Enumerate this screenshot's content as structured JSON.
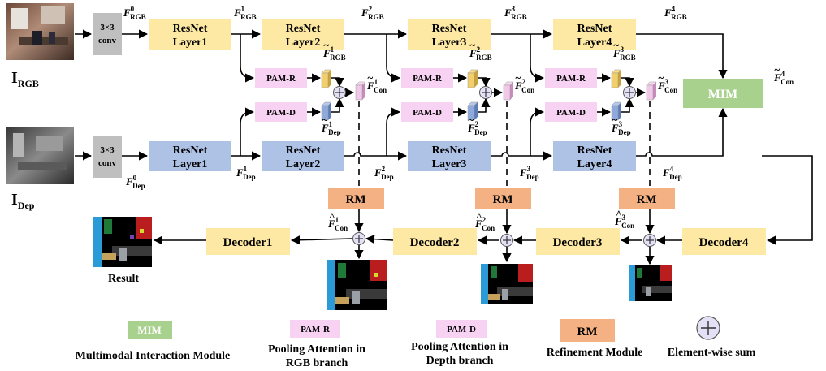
{
  "inputs": {
    "rgb_label": "I",
    "rgb_sub": "RGB",
    "dep_label": "I",
    "dep_sub": "Dep"
  },
  "conv": {
    "label1": "3×3",
    "label2": "conv"
  },
  "rgb_layers": [
    {
      "line1": "ResNet",
      "line2": "Layer1"
    },
    {
      "line1": "ResNet",
      "line2": "Layer2"
    },
    {
      "line1": "ResNet",
      "line2": "Layer3"
    },
    {
      "line1": "ResNet",
      "line2": "Layer4"
    }
  ],
  "dep_layers": [
    {
      "line1": "ResNet",
      "line2": "Layer1"
    },
    {
      "line1": "ResNet",
      "line2": "Layer2"
    },
    {
      "line1": "ResNet",
      "line2": "Layer3"
    },
    {
      "line1": "ResNet",
      "line2": "Layer4"
    }
  ],
  "pam_r": "PAM-R",
  "pam_d": "PAM-D",
  "mim": "MIM",
  "rm": "RM",
  "decoders": [
    "Decoder1",
    "Decoder2",
    "Decoder3",
    "Decoder4"
  ],
  "result": "Result",
  "features": {
    "F": "F",
    "rgb_sub": "RGB",
    "dep_sub": "Dep",
    "con_sub": "Con",
    "sup0": "0",
    "sup1": "1",
    "sup2": "2",
    "sup3": "3",
    "sup4": "4"
  },
  "legend": {
    "mim": "MIM",
    "mim_desc": "Multimodal Interaction Module",
    "pam_r": "PAM-R",
    "pam_r_desc1": "Pooling Attention in",
    "pam_r_desc2": "RGB branch",
    "pam_d": "PAM-D",
    "pam_d_desc1": "Pooling Attention in",
    "pam_d_desc2": "Depth branch",
    "rm": "RM",
    "rm_desc": "Refinement Module",
    "sum_desc": "Element-wise sum"
  },
  "colors": {
    "resnet_rgb": "#fde9a3",
    "resnet_dep": "#aec2e6",
    "pam_box": "#f7d2f2",
    "mim": "#a9d18e",
    "rm": "#f4b183",
    "decoder": "#fde9a3",
    "conv": "#bfbfbf",
    "feat_rgb": "#f2cf6a",
    "feat_dep": "#8fa9dc",
    "feat_con": "#f0c8e8"
  }
}
